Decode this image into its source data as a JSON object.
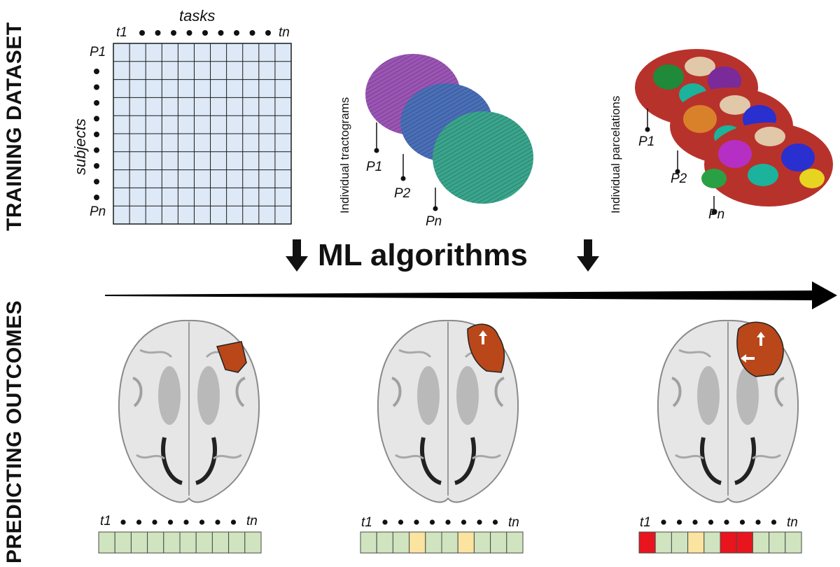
{
  "side_labels": {
    "top": "TRAINING DATASET",
    "bottom": "PREDICTING OUTCOMES"
  },
  "matrix": {
    "x_axis_label": "tasks",
    "x_first": "t1",
    "x_last": "tn",
    "y_axis_label": "subjects",
    "y_first": "P1",
    "y_last": "Pn",
    "rows": 10,
    "cols": 11,
    "cell_color": "#dde9f7"
  },
  "tractograms": {
    "label": "Individual tractograms",
    "subjects": [
      "P1",
      "P2",
      "Pn"
    ],
    "colors": [
      "#9b55b5",
      "#4a6fb8",
      "#3aa58c"
    ]
  },
  "parcellations": {
    "label": "Individual parcelations",
    "subjects": [
      "P1",
      "P2",
      "Pn"
    ]
  },
  "ml_label": "ML algorithms",
  "arrow_icon": "down-arrow-icon",
  "outcomes": [
    {
      "lesion": "small",
      "strip_first": "t1",
      "strip_last": "tn",
      "cells": [
        "green",
        "green",
        "green",
        "green",
        "green",
        "green",
        "green",
        "green",
        "green",
        "green"
      ]
    },
    {
      "lesion": "medium",
      "strip_first": "t1",
      "strip_last": "tn",
      "cells": [
        "green",
        "green",
        "green",
        "yellow",
        "green",
        "green",
        "yellow",
        "green",
        "green",
        "green"
      ]
    },
    {
      "lesion": "large",
      "strip_first": "t1",
      "strip_last": "tn",
      "cells": [
        "red",
        "green",
        "green",
        "yellow",
        "green",
        "red",
        "red",
        "green",
        "green",
        "green"
      ]
    }
  ],
  "colors": {
    "green": "#cfe4bf",
    "yellow": "#fbe3a0",
    "red": "#e8141e",
    "lesion": "#b9471a",
    "brain_gray": "#bdbdbd"
  }
}
